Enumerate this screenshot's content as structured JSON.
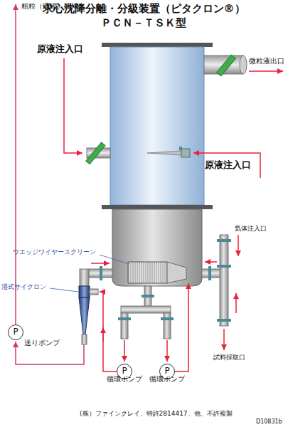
{
  "diagram": {
    "title": "求心沈降分離・分級装置（ピタクロン®） ＰＣＮ－ＴＳＫ型",
    "nodes": [
      {
        "text": [
          "P",
          "送りポンプ"
        ]
      },
      {
        "text": [
          "P",
          "循環ポンプ"
        ]
      },
      {
        "text": [
          "P",
          "循環ポンプ"
        ]
      }
    ],
    "labels": [
      "粗粒（濃縮）液排出",
      "原液注入口",
      "微粒液出口",
      "原液注入口",
      "気体注入口",
      "ウエッジワイヤースクリーン",
      "湿式サイクロン",
      "試料採取口",
      "(株）ファインクレイ、特許2814417、他、不許複製",
      "D10831b"
    ]
  }
}
